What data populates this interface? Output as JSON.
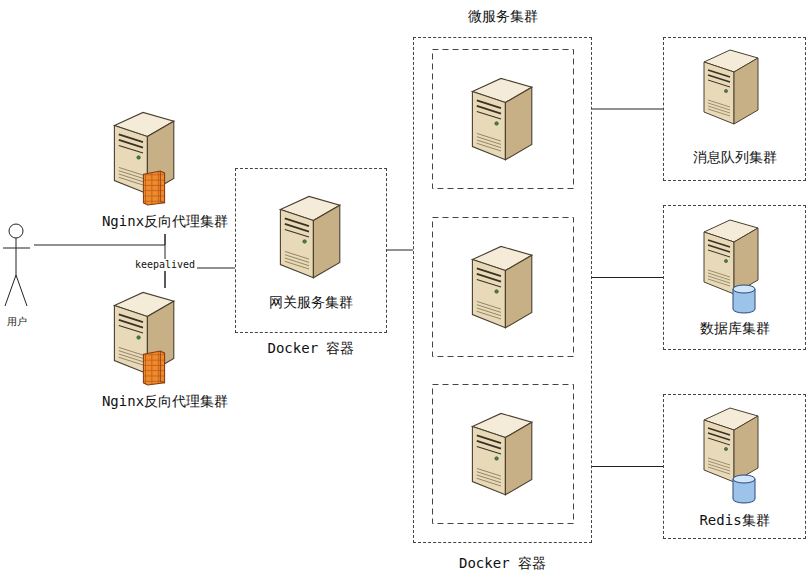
{
  "diagram": {
    "nodes": [
      {
        "text": [
          "用户"
        ]
      },
      {
        "text": [
          "Nginx反向代理集群"
        ]
      },
      {
        "text": [
          "Nginx反向代理集群"
        ]
      },
      {
        "text": [
          "Docker 容器"
        ]
      },
      {
        "text": [
          "网关服务集群"
        ],
        "in": 3
      },
      {
        "text": [
          "微服务集群",
          "Docker 容器"
        ]
      },
      {
        "text": [
          "消息队列集群"
        ]
      },
      {
        "text": [
          "数据库集群"
        ]
      },
      {
        "text": [
          "Redis集群"
        ]
      }
    ],
    "edges": [
      {
        "from": 0,
        "to": 1,
        "arrow": "none"
      },
      {
        "from": 1,
        "to": 2,
        "label": "keepalived",
        "arrow": "none"
      },
      {
        "from": 2,
        "to": 3,
        "arrow": "none"
      },
      {
        "from": 3,
        "to": 5,
        "arrow": "none"
      },
      {
        "from": 5,
        "to": 6,
        "arrow": "none"
      },
      {
        "from": 5,
        "to": 7,
        "arrow": "none"
      },
      {
        "from": 5,
        "to": 8,
        "arrow": "none"
      }
    ]
  }
}
